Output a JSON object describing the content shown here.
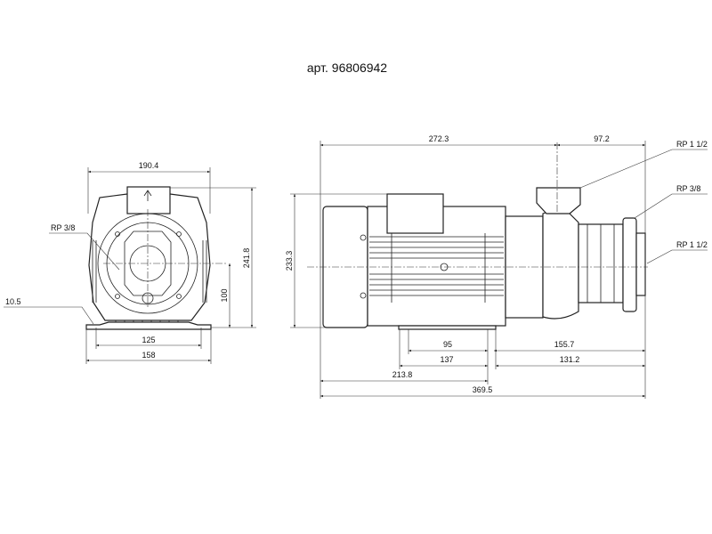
{
  "title": "арт. 96806942",
  "front_view": {
    "dims": {
      "width_top": "190.4",
      "height_total": "241.8",
      "shaft_height": "100",
      "foot_holes": "125",
      "base_width": "158",
      "foot_thickness": "10.5"
    },
    "port_label": "RP 3/8"
  },
  "side_view": {
    "dims": {
      "motor_length": "272.3",
      "pump_outlet": "97.2",
      "height": "233.3",
      "foot_hole_span": "95",
      "foot_span": "137",
      "hole_to_end": "155.7",
      "foot_to_end": "131.2",
      "front_to_foot": "213.8",
      "overall_length": "369.5"
    },
    "port_labels": {
      "outlet": "RP 1 1/2",
      "drain": "RP 3/8",
      "inlet": "RP 1 1/2"
    }
  }
}
